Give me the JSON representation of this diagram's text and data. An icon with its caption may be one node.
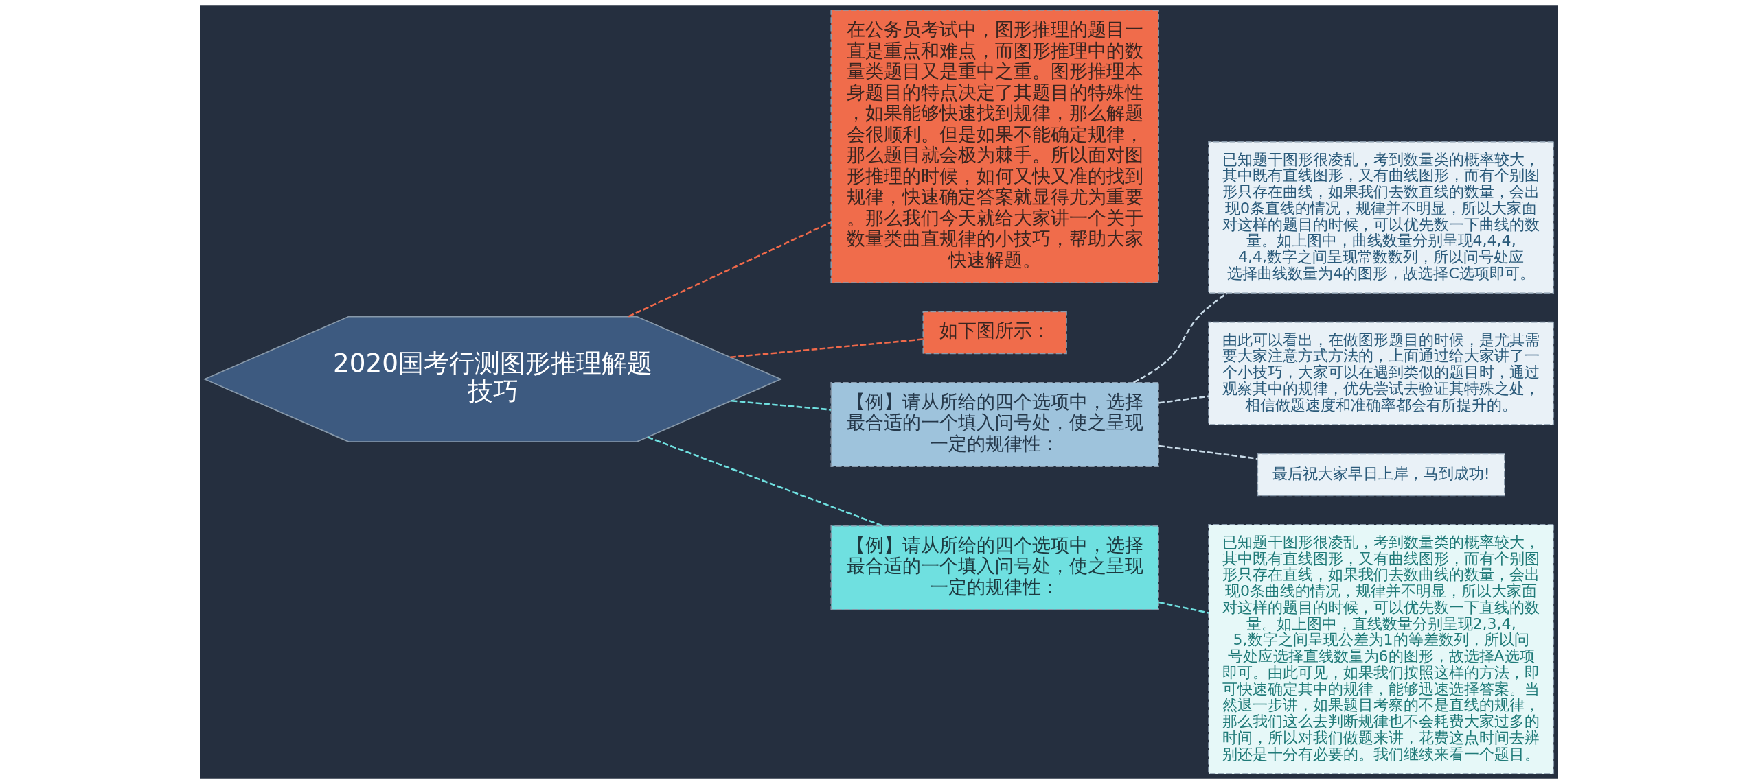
{
  "diagram": {
    "nodes": [
      {
        "text": [
          "2020国考行测图形推理解题技巧"
        ]
      },
      {
        "text": [
          "在公务员考试中，图形推理的题目一直是重点和难点，而图形推理中的数量类题目又是重中之重。图形推理本身题目的特点决定了其题目的特殊性，如果能够快速找到规律，那么解题会很顺利。但是如果不能确定规律，那么题目就会极为棘手。所以面对图形推理的时候，如何又快又准的找到规律，快速确定答案就显得尤为重要。那么我们今天就给大家讲一个关于数量类曲直规律的小技巧，帮助大家快速解题。"
        ]
      },
      {
        "text": [
          "如下图所示："
        ]
      },
      {
        "text": [
          "【例】请从所给的四个选项中，选择最合适的一个填入问号处，使之呈现一定的规律性："
        ]
      },
      {
        "text": [
          "【例】请从所给的四个选项中，选择最合适的一个填入问号处，使之呈现一定的规律性："
        ]
      },
      {
        "text": [
          "已知题干图形很凌乱，考到数量类的概率较大，其中既有直线图形，又有曲线图形，而有个别图形只存在曲线，如果我们去数直线的数量，会出现0条直线的情况，规律并不明显，所以大家面对这样的题目的时候，可以优先数一下曲线的数量。如上图中，曲线数量分别呈现4,4,4,4,4,数字之间呈现常数数列，所以问号处应选择曲线数量为4的图形，故选择C选项即可。"
        ]
      },
      {
        "text": [
          "由此可以看出，在做图形题目的时候，是尤其需要大家注意方式方法的，上面通过给大家讲了一个小技巧，大家可以在遇到类似的题目时，通过观察其中的规律，优先尝试去验证其特殊之处，相信做题速度和准确率都会有所提升的。"
        ]
      },
      {
        "text": [
          "最后祝大家早日上岸，马到成功!"
        ]
      },
      {
        "text": [
          "已知题干图形很凌乱，考到数量类的概率较大，其中既有直线图形，又有曲线图形，而有个别图形只存在直线，如果我们去数曲线的数量，会出现0条曲线的情况，规律并不明显，所以大家面对这样的题目的时候，可以优先数一下直线的数量。如上图中，直线数量分别呈现2,3,4,5,数字之间呈现公差为1的等差数列，所以问号处应选择直线数量为6的图形，故选择A选项即可。由此可见，如果我们按照这样的方法，即可快速确定其中的规律，能够迅速选择答案。当然退一步讲，如果题目考察的不是直线的规律，那么我们这么去判断规律也不会耗费大家过多的时间，所以对我们做题来讲，花费这点时间去辨别还是十分有必要的。我们继续来看一个题目。"
        ]
      }
    ],
    "edges": [
      {
        "from": 0,
        "to": 1,
        "arrow": "none",
        "style": "dashed",
        "color": "#f0694a"
      },
      {
        "from": 0,
        "to": 2,
        "arrow": "none",
        "style": "dashed",
        "color": "#f0694a"
      },
      {
        "from": 0,
        "to": 3,
        "arrow": "none",
        "style": "dashed"
      },
      {
        "from": 0,
        "to": 4,
        "arrow": "none",
        "style": "dashed"
      },
      {
        "from": 3,
        "to": 5,
        "arrow": "none",
        "style": "dashed",
        "color": "#c9dbe8"
      },
      {
        "from": 3,
        "to": 6,
        "arrow": "none",
        "style": "dashed",
        "color": "#c9dbe8"
      },
      {
        "from": 3,
        "to": 7,
        "arrow": "none",
        "style": "dashed",
        "color": "#c9dbe8"
      },
      {
        "from": 4,
        "to": 8,
        "arrow": "none",
        "style": "dashed"
      }
    ]
  }
}
